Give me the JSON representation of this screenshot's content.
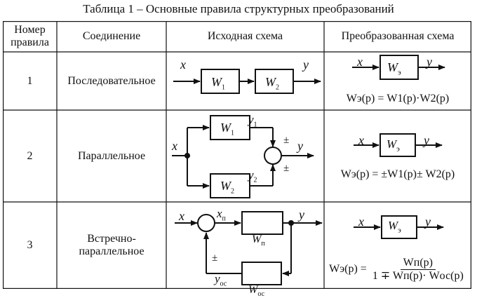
{
  "caption": "Таблица 1 – Основные правила структурных преобразований",
  "headers": {
    "rule_no_line1": "Номер",
    "rule_no_line2": "правила",
    "connection": "Соединение",
    "source": "Исходная схема",
    "transformed": "Преобразованная схема"
  },
  "rows": [
    {
      "no": "1",
      "connection": "Последовательное",
      "src": {
        "x": "x",
        "b1": "W",
        "b1_sub": "1",
        "b2": "W",
        "b2_sub": "2",
        "y": "y"
      },
      "dst": {
        "x": "x",
        "b": "W",
        "b_sub": "э",
        "y": "y"
      },
      "formula": "Wэ(p) = W1(p)·W2(p)"
    },
    {
      "no": "2",
      "connection": "Параллельное",
      "src": {
        "x": "x",
        "b1": "W",
        "b1_sub": "1",
        "y1": "y",
        "y1_sub": "1",
        "b2": "W",
        "b2_sub": "2",
        "y2": "y",
        "y2_sub": "2",
        "pm1": "±",
        "pm2": "±",
        "y": "y"
      },
      "dst": {
        "x": "x",
        "b": "W",
        "b_sub": "э",
        "y": "y"
      },
      "formula": "Wэ(p) = ±W1(p)± W2(p)"
    },
    {
      "no": "3",
      "connection_line1": "Встречно-",
      "connection_line2": "параллельное",
      "src": {
        "x": "x",
        "xp": "x",
        "xp_sub": "п",
        "bp": "W",
        "bp_sub": "п",
        "y": "y",
        "pm": "±",
        "yoc": "y",
        "yoc_sub": "ос",
        "boc": "W",
        "boc_sub": "ос"
      },
      "dst": {
        "x": "x",
        "b": "W",
        "b_sub": "э",
        "y": "y"
      },
      "formula_lhs": "Wэ(p) =",
      "formula_num": "Wп(p)",
      "formula_den": "1 ∓ Wп(p)· Wос(p)"
    }
  ]
}
